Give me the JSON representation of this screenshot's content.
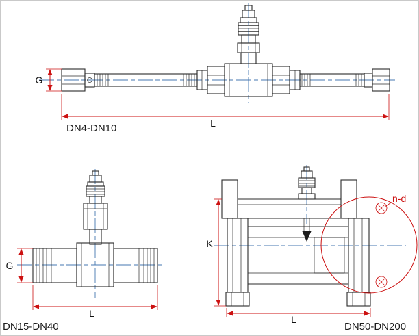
{
  "colors": {
    "background": "#ffffff",
    "frame_border": "#c9c9c9",
    "drawing_outline": "#2b2b2b",
    "dimension_line": "#cc1111",
    "centerline": "#4577b0",
    "label_text": "#111111"
  },
  "views": {
    "top": {
      "caption": "DN4-DN10",
      "dim_g": "G",
      "dim_l": "L"
    },
    "bottom_left": {
      "caption": "DN15-DN40",
      "dim_g": "G",
      "dim_l": "L"
    },
    "bottom_right": {
      "caption": "DN50-DN200",
      "dim_k": "K",
      "dim_l": "L",
      "dim_nd": "n-d"
    }
  }
}
